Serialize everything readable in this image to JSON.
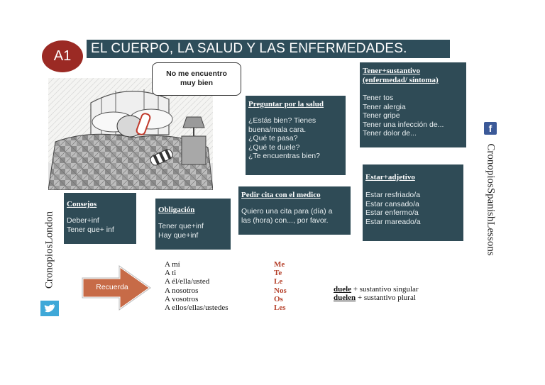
{
  "header": {
    "level": "A1",
    "title": "EL CUERPO, LA SALUD Y LAS ENFERMEDADES."
  },
  "bubble": {
    "line1": "No me encuentro",
    "line2": "muy bien"
  },
  "cards": {
    "preguntar": {
      "heading": "Preguntar por la salud",
      "lines": [
        "¿Estás bien? Tienes",
        "buena/mala cara.",
        "¿Qué te pasa?",
        "¿Qué te duele?",
        "¿Te encuentras bien?"
      ]
    },
    "tener": {
      "heading": "Tener+sustantivo (enfermedad/ síntoma)",
      "lines": [
        "Tener tos",
        "Tener alergia",
        "Tener gripe",
        "Tener una infección de...",
        "Tener dolor de..."
      ]
    },
    "estar": {
      "heading": "Estar+adjetivo",
      "lines": [
        "Estar resfriado/a",
        "Estar cansado/a",
        "Estar enfermo/a",
        "Estar mareado/a"
      ]
    },
    "pedir": {
      "heading": "Pedir cita con el medico",
      "lines": [
        "Quiero una cita para (día) a",
        "las (hora) con..., por favor."
      ]
    },
    "consejos": {
      "heading": "Consejos",
      "lines": [
        "Deber+inf",
        "Tener que+ inf"
      ]
    },
    "obligacion": {
      "heading": "Obligación",
      "lines": [
        "Tener que+inf",
        "Hay que+inf"
      ]
    }
  },
  "social": {
    "left_name": "CronopiosLondon",
    "right_name": "CronopiosSpanishLessons",
    "fb_icon_letter": "f"
  },
  "recuerda": {
    "label": "Recuerda",
    "subjects": [
      "A mí",
      "A ti",
      "A él/ella/usted",
      "A nosotros",
      "A vosotros",
      "A ellos/ellas/ustedes"
    ],
    "objects": [
      "Me",
      "Te",
      "Le",
      "Nos",
      "Os",
      "Les"
    ],
    "duele_word": "duele",
    "duele_rest": " + sustantivo singular",
    "duelen_word": "duelen",
    "duelen_rest": " + sustantivo plural"
  },
  "colors": {
    "card_bg": "#2f4b56",
    "badge": "#9b2a24",
    "arrow": "#c76b47",
    "object_pronouns": "#b5402a"
  }
}
